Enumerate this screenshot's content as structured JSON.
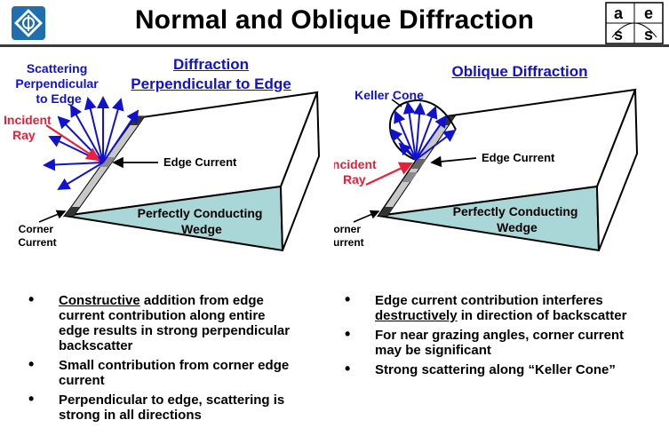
{
  "title": "Normal and Oblique Diffraction",
  "left": {
    "heading_line1": "Diffraction",
    "heading_line2": "Perpendicular to Edge",
    "label_scattering": [
      "Scattering",
      "Perpendicular",
      "to Edge"
    ],
    "label_incident": [
      "Incident",
      "Ray"
    ],
    "label_edge_current": "Edge Current",
    "label_corner": [
      "Corner",
      "Current"
    ],
    "label_wedge": [
      "Perfectly Conducting",
      "Wedge"
    ],
    "bullets": [
      {
        "pre": "",
        "u": "Constructive",
        "post": " addition from edge current contribution along entire edge results in strong perpendicular backscatter"
      },
      {
        "pre": "Small contribution from corner edge current",
        "u": "",
        "post": ""
      },
      {
        "pre": "Perpendicular to edge, scattering is strong in all directions",
        "u": "",
        "post": ""
      }
    ]
  },
  "right": {
    "heading": "Oblique Diffraction",
    "label_keller": "Keller Cone",
    "label_incident": [
      "Incident",
      "Ray"
    ],
    "label_edge_current": "Edge Current",
    "label_corner": [
      "Corner",
      "Current"
    ],
    "label_wedge": [
      "Perfectly Conducting",
      "Wedge"
    ],
    "bullets": [
      {
        "pre": "Edge current contribution interferes ",
        "u": "destructively",
        "post": " in direction of backscatter"
      },
      {
        "pre": "For near grazing angles, corner current may be significant",
        "u": "",
        "post": ""
      },
      {
        "pre": "Strong scattering along “Keller Cone”",
        "u": "",
        "post": ""
      }
    ]
  },
  "logo_right_letters": [
    "a",
    "e",
    "s",
    "s"
  ],
  "colors": {
    "blue": "#1111d0",
    "red": "#e8203a",
    "wedge_fill": "#a9d6d6"
  }
}
